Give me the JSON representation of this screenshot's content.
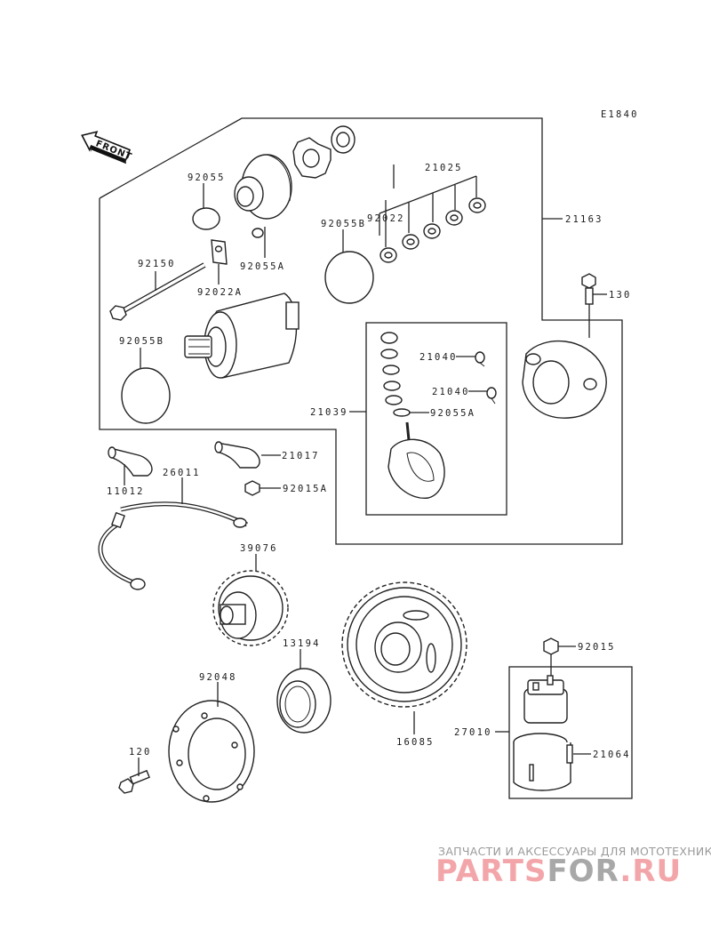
{
  "diagram": {
    "reference_code": "E1840",
    "direction_badge": "FRONT",
    "parts": {
      "p92055": "92055",
      "p21025": "21025",
      "p92055B_top": "92055B",
      "p92022": "92022",
      "p21163": "21163",
      "p92150": "92150",
      "p92055A_top": "92055A",
      "p92022A": "92022A",
      "p92055B_left": "92055B",
      "p130": "130",
      "p21040_a": "21040",
      "p21040_b": "21040",
      "p21039": "21039",
      "p92055A_mid": "92055A",
      "p21017": "21017",
      "p11012": "11012",
      "p26011": "26011",
      "p92015A": "92015A",
      "p39076": "39076",
      "p13194": "13194",
      "p92048": "92048",
      "p92015": "92015",
      "p16085": "16085",
      "p27010": "27010",
      "p21064": "21064",
      "p120": "120"
    }
  },
  "watermark": {
    "tagline": "ЗАПЧАСТИ И АКСЕССУАРЫ ДЛЯ МОТОТЕХНИКИ",
    "logo_part1": "PARTS",
    "logo_part2": "FOR",
    "logo_part3": ".RU",
    "colors": {
      "pink": "#f3a6a9",
      "gray": "#a8a8a8"
    }
  }
}
